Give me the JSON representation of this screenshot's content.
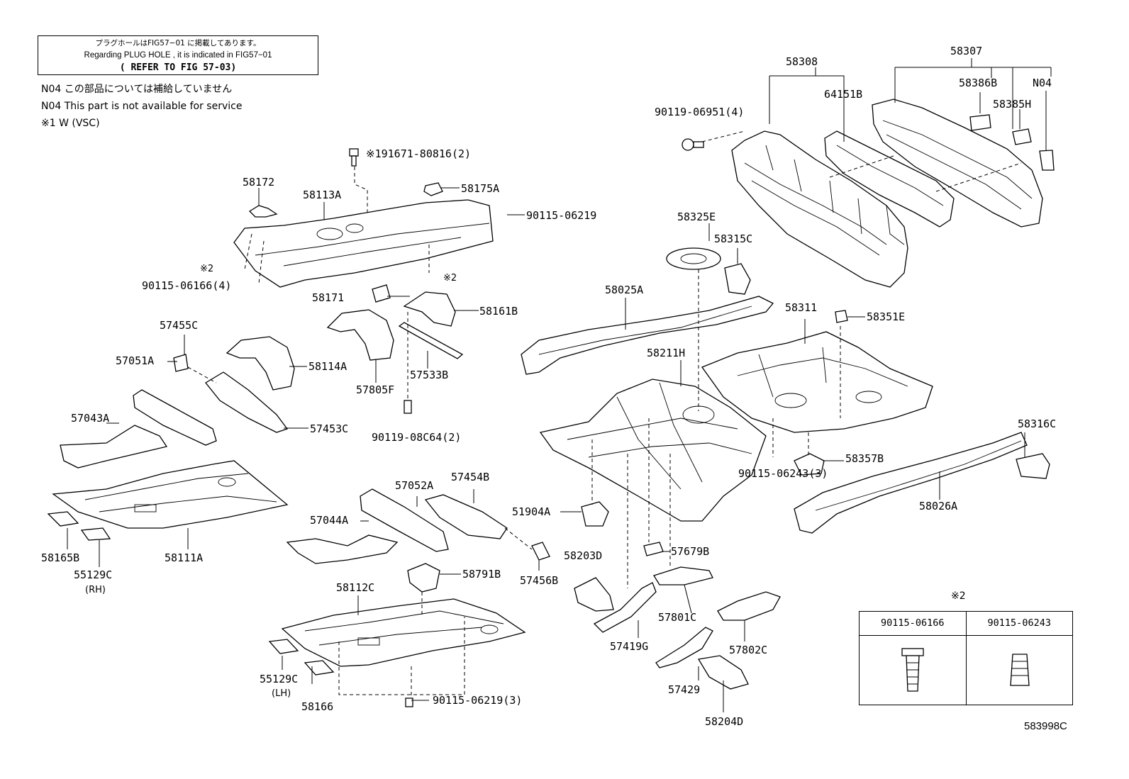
{
  "header_note": {
    "line1": "プラグホールはFIG57−01 に掲載してあります。",
    "line2": "Regarding PLUG HOLE , it is indicated in FIG57−01",
    "line3": "( REFER TO FIG 57-03)"
  },
  "notes": [
    "N04 この部品については補給していません",
    "N04 This part is not available for service",
    "※1 W (VSC)"
  ],
  "labels": {
    "l58308": "58308",
    "l58307": "58307",
    "l64151B": "64151B",
    "l58386B": "58386B",
    "lN04": "N04",
    "l58385H": "58385H",
    "l90119_06951": "90119-06951(4)",
    "l191671": "※191671-80816(2)",
    "l58172": "58172",
    "l58113A": "58113A",
    "l58175A": "58175A",
    "l90115_06219": "90115-06219",
    "lk2a": "※2",
    "l90115_06166": "90115-06166(4)",
    "l58171": "58171",
    "lk2b": "※2",
    "l58161B": "58161B",
    "l58325E": "58325E",
    "l58315C": "58315C",
    "l58025A": "58025A",
    "l58311": "58311",
    "l58351E": "58351E",
    "l57455C": "57455C",
    "l57051A": "57051A",
    "l58114A": "58114A",
    "l57533B": "57533B",
    "l57805F": "57805F",
    "l58211H": "58211H",
    "l57043A": "57043A",
    "l57453C": "57453C",
    "l90119_08C64": "90119-08C64(2)",
    "l58316C": "58316C",
    "l58357B": "58357B",
    "l90115_06243": "90115-06243(3)",
    "l58026A": "58026A",
    "l57052A": "57052A",
    "l57454B": "57454B",
    "l57044A": "57044A",
    "l51904A": "51904A",
    "l58165B": "58165B",
    "l58111A": "58111A",
    "l55129C_rh": "55129C",
    "lRH": "(RH)",
    "l58203D": "58203D",
    "l57679B": "57679B",
    "l58791B": "58791B",
    "l57456B": "57456B",
    "l58112C": "58112C",
    "l57801C": "57801C",
    "l57419G": "57419G",
    "l57802C": "57802C",
    "l55129C_lh": "55129C",
    "lLH": "(LH)",
    "l58166": "58166",
    "l90115_06219_3": "90115-06219(3)",
    "l57429": "57429",
    "l58204D": "58204D"
  },
  "legend": {
    "mark": "※2",
    "col1": "90115-06166",
    "col2": "90115-06243"
  },
  "figure_id": "583998C"
}
